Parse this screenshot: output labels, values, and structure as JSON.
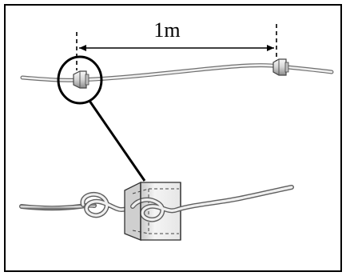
{
  "diagram": {
    "spacing_label": "1m",
    "colors": {
      "frame": "#000000",
      "rope": "#b8b8b8",
      "rope_edge": "#6f6f6f",
      "float_light": "#f0f0f0",
      "float_mid": "#cfcfcf",
      "float_dark": "#8a8a8a"
    },
    "elements": [
      "frame",
      "spacing-dimension-line",
      "rope-line",
      "float-bead",
      "magnifier-circle",
      "zoom-connector-line",
      "knotted-rope-detail",
      "float-cutaway"
    ]
  }
}
